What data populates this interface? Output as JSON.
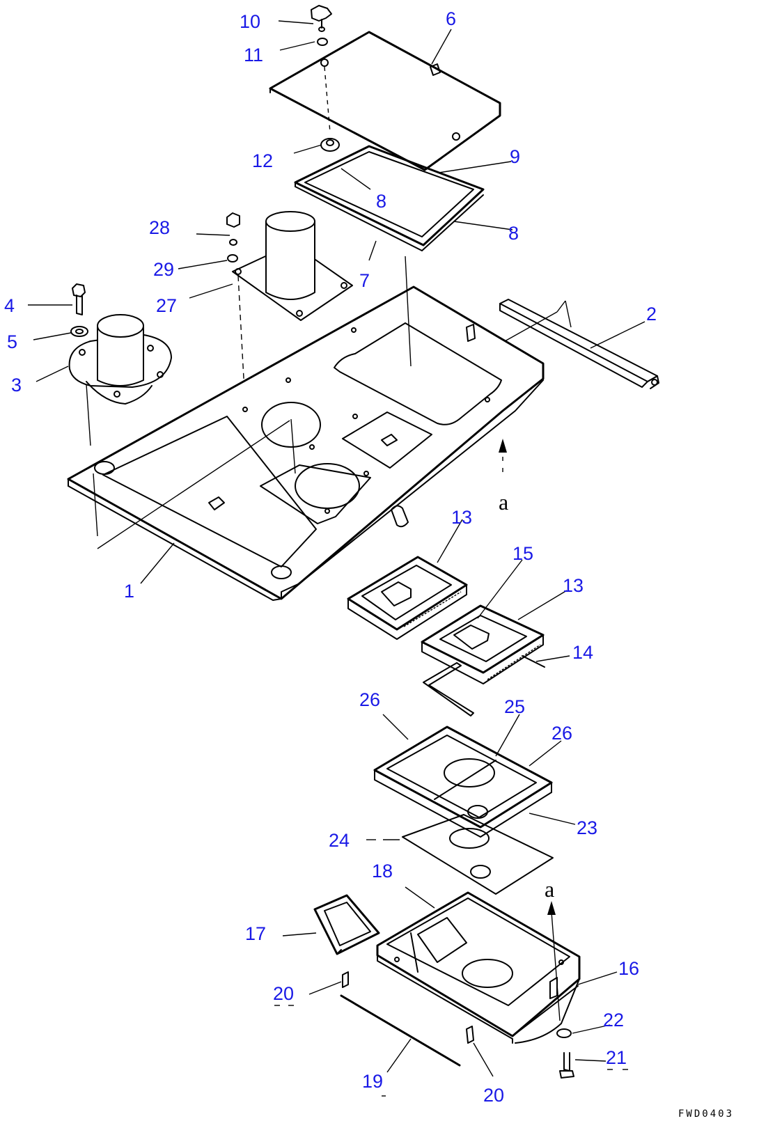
{
  "drawing_code": "FWD0403",
  "view_marker": "a",
  "callouts": [
    {
      "id": "c10",
      "label": "10"
    },
    {
      "id": "c11",
      "label": "11"
    },
    {
      "id": "c6",
      "label": "6"
    },
    {
      "id": "c12",
      "label": "12"
    },
    {
      "id": "c9",
      "label": "9"
    },
    {
      "id": "c8a",
      "label": "8"
    },
    {
      "id": "c8b",
      "label": "8"
    },
    {
      "id": "c28",
      "label": "28"
    },
    {
      "id": "c29",
      "label": "29"
    },
    {
      "id": "c7",
      "label": "7"
    },
    {
      "id": "c27",
      "label": "27"
    },
    {
      "id": "c4",
      "label": "4"
    },
    {
      "id": "c5",
      "label": "5"
    },
    {
      "id": "c3",
      "label": "3"
    },
    {
      "id": "c2",
      "label": "2"
    },
    {
      "id": "c1",
      "label": "1"
    },
    {
      "id": "c13a",
      "label": "13"
    },
    {
      "id": "c15",
      "label": "15"
    },
    {
      "id": "c13b",
      "label": "13"
    },
    {
      "id": "c14",
      "label": "14"
    },
    {
      "id": "c26a",
      "label": "26"
    },
    {
      "id": "c25",
      "label": "25"
    },
    {
      "id": "c26b",
      "label": "26"
    },
    {
      "id": "c23",
      "label": "23"
    },
    {
      "id": "c24",
      "label": "24"
    },
    {
      "id": "c18",
      "label": "18"
    },
    {
      "id": "c17",
      "label": "17"
    },
    {
      "id": "c16",
      "label": "16"
    },
    {
      "id": "c20a",
      "label": "20"
    },
    {
      "id": "c22",
      "label": "22"
    },
    {
      "id": "c21",
      "label": "21"
    },
    {
      "id": "c19",
      "label": "19"
    },
    {
      "id": "c20b",
      "label": "20"
    }
  ]
}
